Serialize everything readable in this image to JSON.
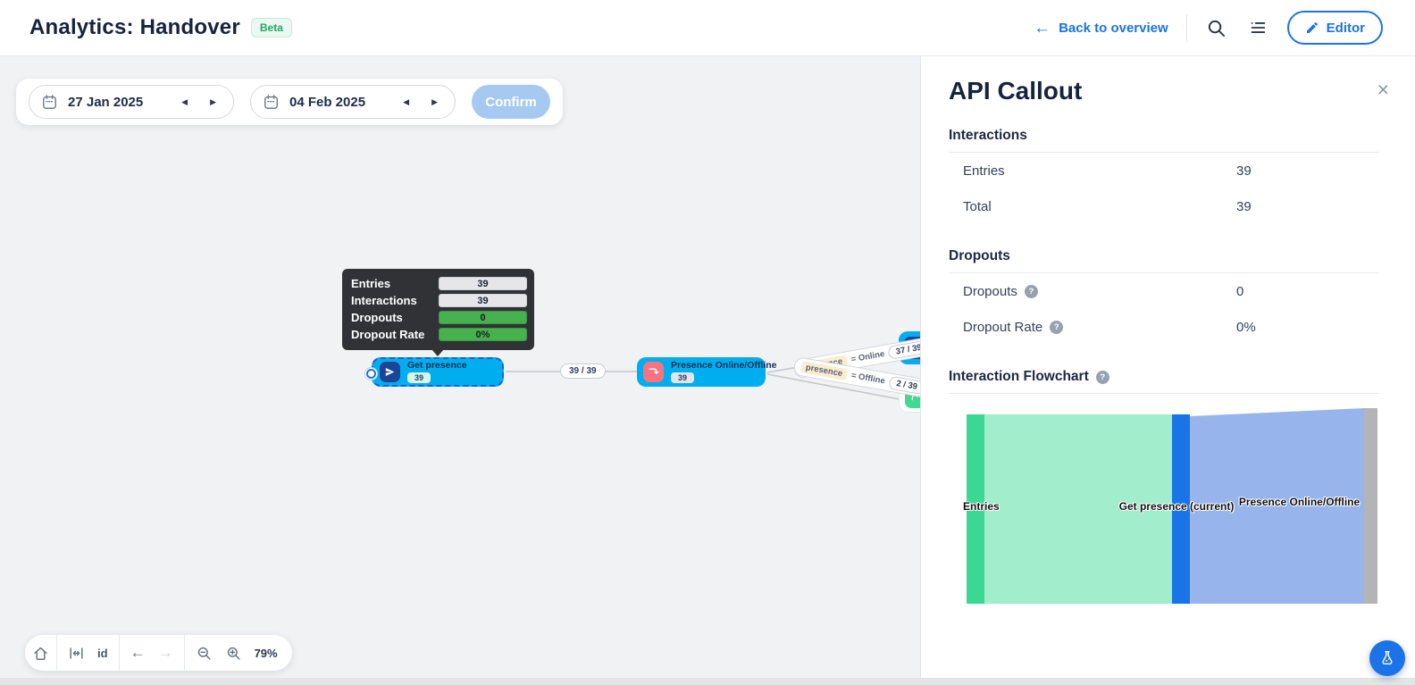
{
  "header": {
    "title": "Analytics: Handover",
    "beta_badge": "Beta",
    "back_link": "Back to overview",
    "editor_button": "Editor"
  },
  "icons": {
    "back_arrow": "←",
    "step_prev": "◀",
    "step_next": "▶",
    "undo": "←",
    "redo": "→",
    "close": "×",
    "help": "?"
  },
  "date_bar": {
    "start_date": "27 Jan 2025",
    "end_date": "04 Feb 2025",
    "confirm_label": "Confirm"
  },
  "tooltip": {
    "rows": [
      {
        "label": "Entries",
        "value": "39",
        "style": "grey"
      },
      {
        "label": "Interactions",
        "value": "39",
        "style": "grey"
      },
      {
        "label": "Dropouts",
        "value": "0",
        "style": "green"
      },
      {
        "label": "Dropout Rate",
        "value": "0%",
        "style": "green"
      }
    ]
  },
  "canvas": {
    "node_get_presence": {
      "label": "Get presence",
      "badge": "39"
    },
    "node_presence": {
      "label": "Presence Online/Offline",
      "badge": "39"
    },
    "edge_main_label": "39 / 39",
    "edge_online": {
      "variable": "presence",
      "operator": "= Online",
      "count": "37 / 39"
    },
    "edge_offline": {
      "variable": "presence",
      "operator": "= Offline",
      "count": "2 / 39"
    }
  },
  "toolbar": {
    "id_label": "id",
    "zoom_level": "79%"
  },
  "panel": {
    "title": "API Callout",
    "interactions_section": {
      "heading": "Interactions",
      "rows": [
        {
          "label": "Entries",
          "value": "39"
        },
        {
          "label": "Total",
          "value": "39"
        }
      ]
    },
    "dropouts_section": {
      "heading": "Dropouts",
      "rows": [
        {
          "label": "Dropouts",
          "value": "0"
        },
        {
          "label": "Dropout Rate",
          "value": "0%"
        }
      ]
    },
    "flowchart_heading": "Interaction Flowchart"
  },
  "chart_data": {
    "type": "sankey",
    "title": "Interaction Flowchart",
    "nodes": [
      {
        "name": "Entries",
        "color": "#3bd894"
      },
      {
        "name": "Get presence (current)",
        "color": "#1a74e8"
      },
      {
        "name": "Presence Online/Offline",
        "color": "#b3b4b6"
      }
    ],
    "links": [
      {
        "source": "Entries",
        "target": "Get presence (current)",
        "value": 39,
        "color": "#a2edcb"
      },
      {
        "source": "Get presence (current)",
        "target": "Presence Online/Offline",
        "value": 39,
        "color": "#97b5ec"
      }
    ]
  },
  "colors": {
    "accent_blue": "#1a73e8",
    "node_blue": "#00aeef",
    "beta_green": "#27a567",
    "tooltip_green": "#46b14e"
  }
}
